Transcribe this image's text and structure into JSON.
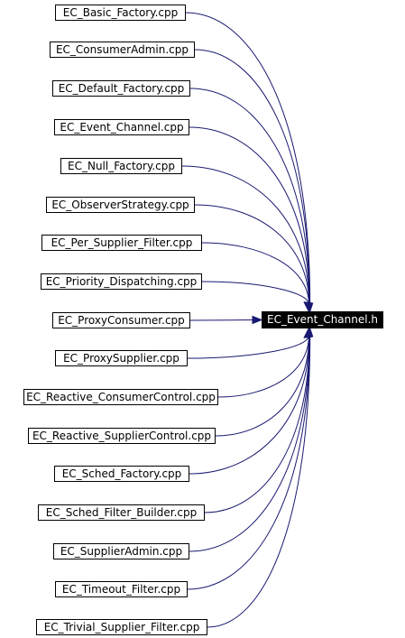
{
  "graph": {
    "target": "EC_Event_Channel.h",
    "sources": [
      "EC_Basic_Factory.cpp",
      "EC_ConsumerAdmin.cpp",
      "EC_Default_Factory.cpp",
      "EC_Event_Channel.cpp",
      "EC_Null_Factory.cpp",
      "EC_ObserverStrategy.cpp",
      "EC_Per_Supplier_Filter.cpp",
      "EC_Priority_Dispatching.cpp",
      "EC_ProxyConsumer.cpp",
      "EC_ProxySupplier.cpp",
      "EC_Reactive_ConsumerControl.cpp",
      "EC_Reactive_SupplierControl.cpp",
      "EC_Sched_Factory.cpp",
      "EC_Sched_Filter_Builder.cpp",
      "EC_SupplierAdmin.cpp",
      "EC_Timeout_Filter.cpp",
      "EC_Trivial_Supplier_Filter.cpp"
    ],
    "colors": {
      "edge": "#191970",
      "node_border": "#000000",
      "target_fill": "#000000",
      "target_text": "#ffffff"
    }
  }
}
